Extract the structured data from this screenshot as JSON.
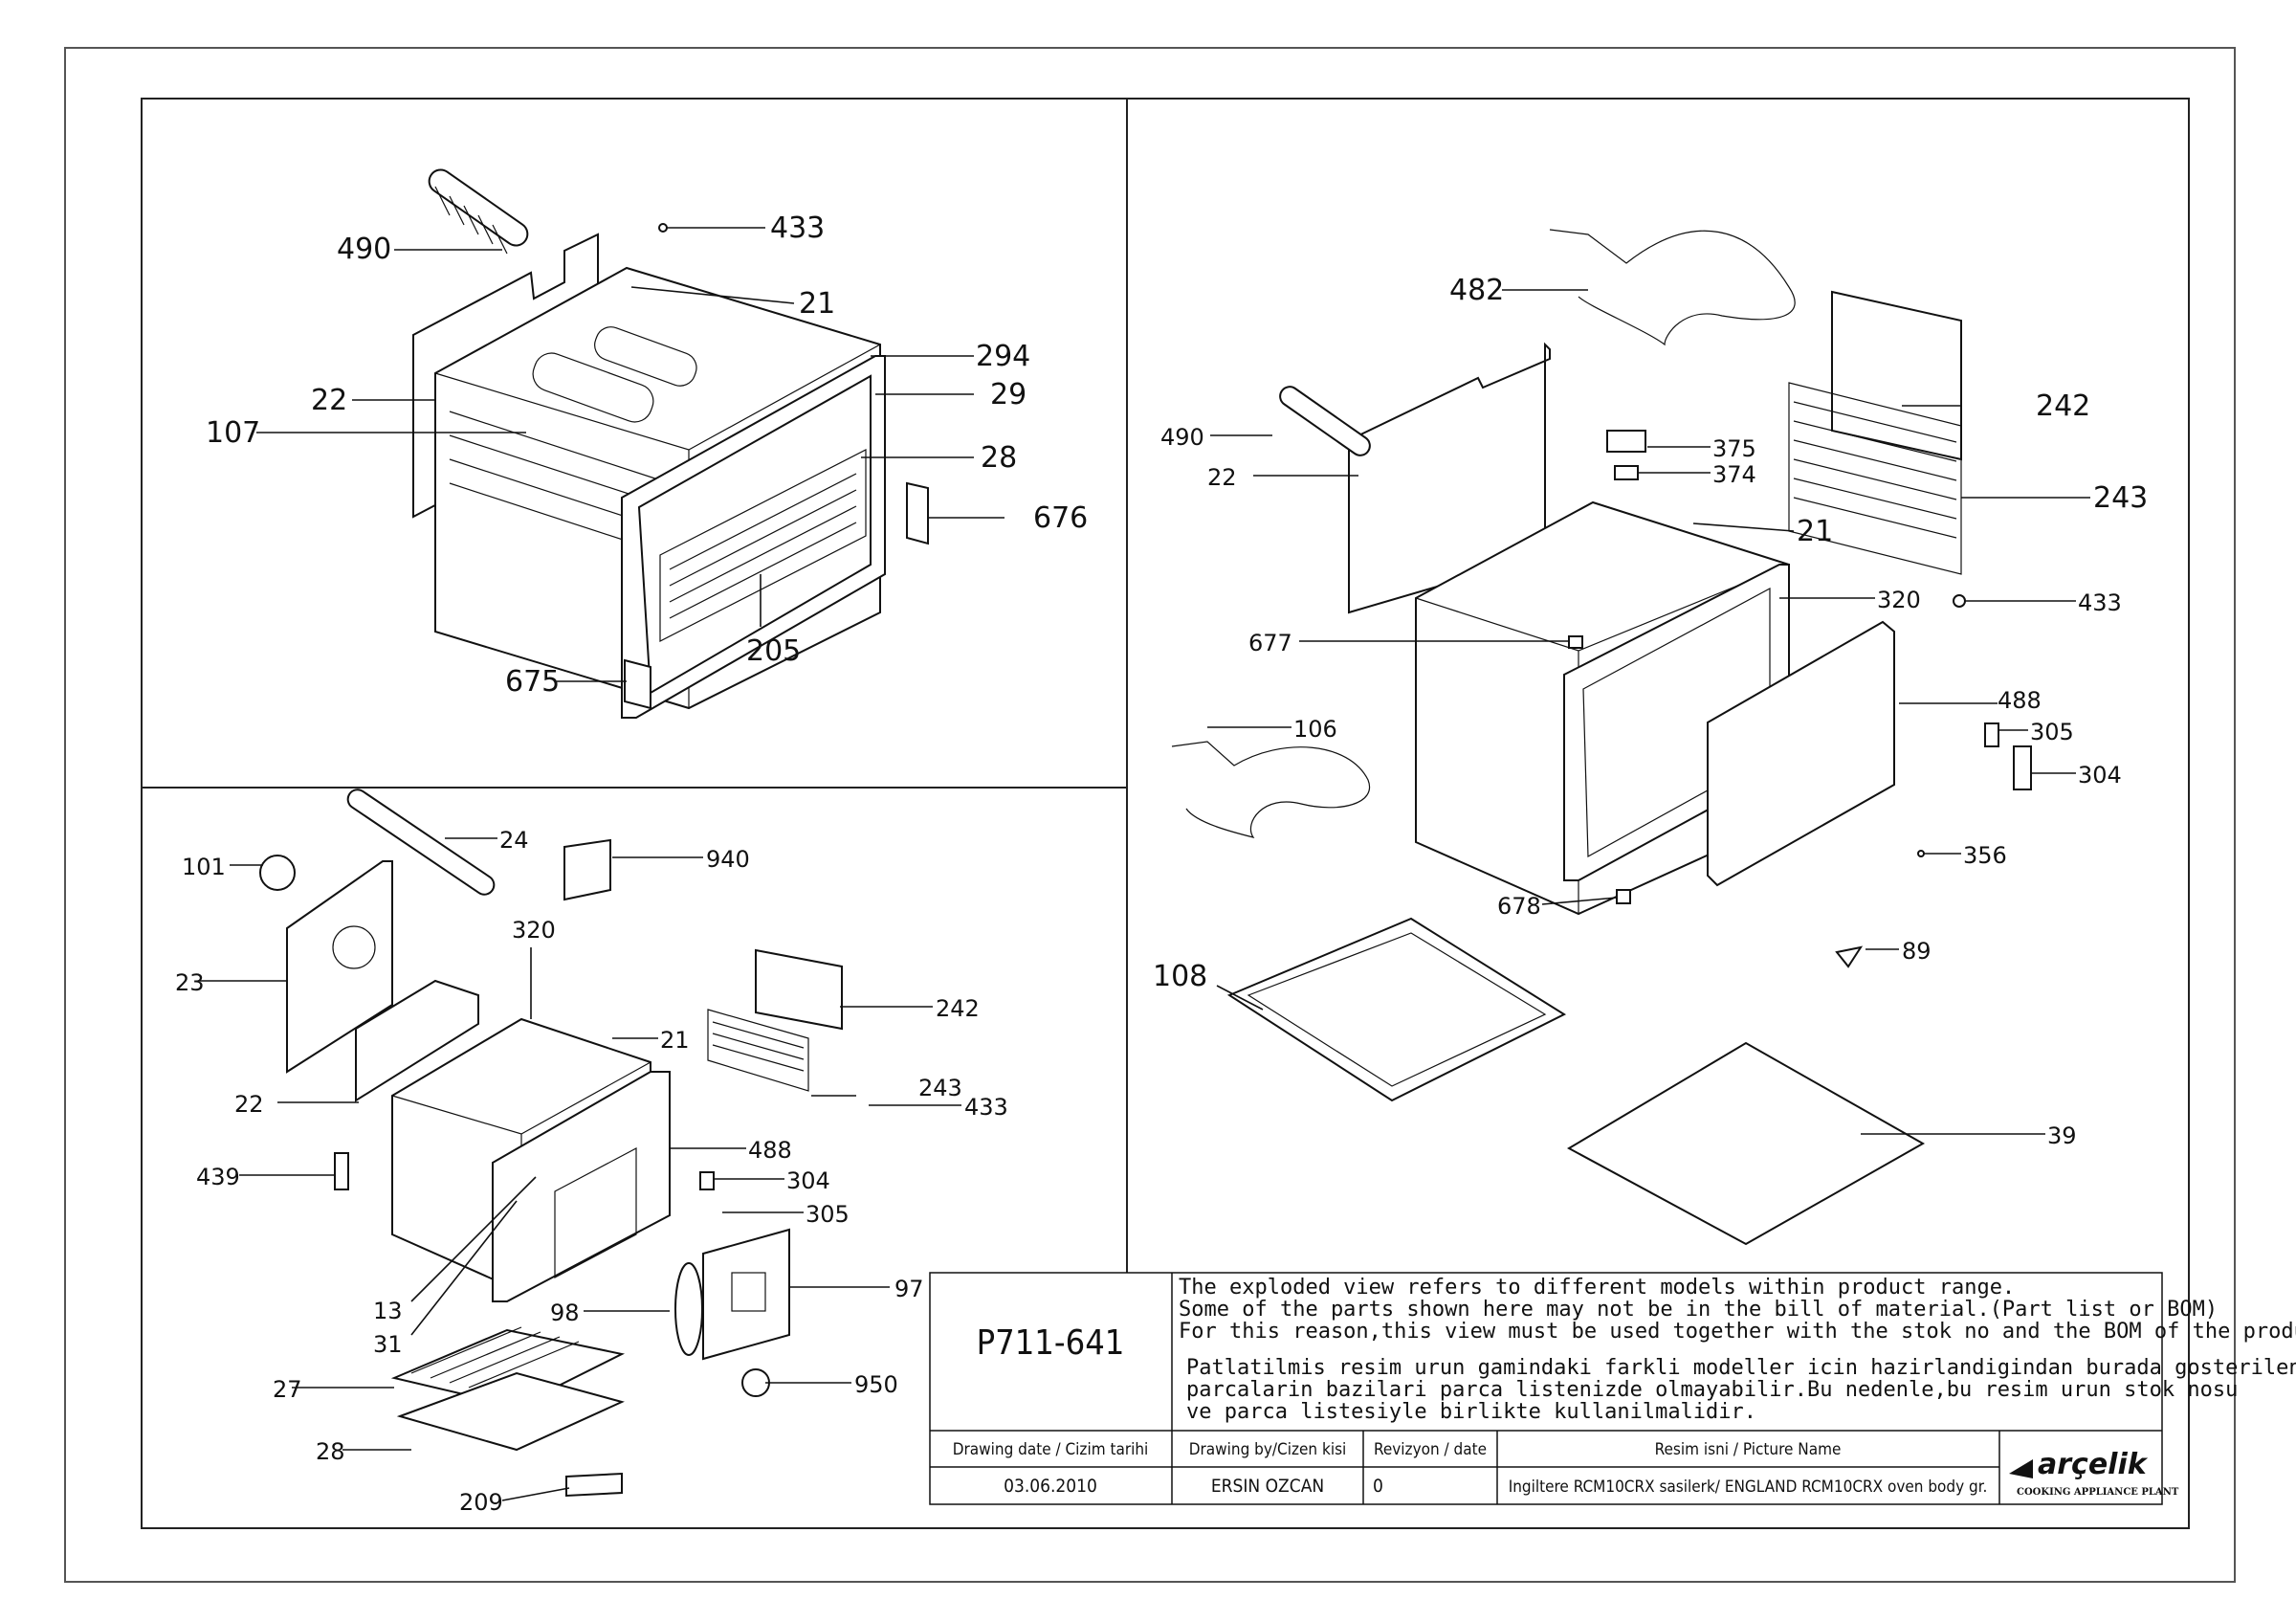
{
  "panels": {
    "top_left": {
      "labels": [
        "490",
        "433",
        "21",
        "22",
        "294",
        "29",
        "107",
        "28",
        "676",
        "205",
        "675"
      ]
    },
    "bottom_left": {
      "labels": [
        "24",
        "101",
        "940",
        "320",
        "23",
        "21",
        "242",
        "22",
        "243",
        "433",
        "488",
        "439",
        "304",
        "305",
        "13",
        "97",
        "31",
        "98",
        "27",
        "950",
        "28",
        "209"
      ]
    },
    "right": {
      "labels": [
        "482",
        "242",
        "490",
        "375",
        "374",
        "22",
        "243",
        "21",
        "320",
        "433",
        "677",
        "488",
        "106",
        "305",
        "304",
        "356",
        "678",
        "89",
        "108",
        "39"
      ]
    }
  },
  "title_block": {
    "drawing_code": "P711-641",
    "notes_en": [
      "The exploded view refers to different models within product range.",
      "Some of the parts shown here may not be in the bill of material.(Part list or BOM)",
      "For this reason,this view must be used together with the stok no and the BOM of the product"
    ],
    "notes_tr": [
      "Patlatilmis resim urun gamindaki farkli modeller icin hazirlandigindan burada gosterilen",
      "parcalarin bazilari parca listenizde olmayabilir.Bu nedenle,bu resim urun stok nosu",
      "ve parca listesiyle birlikte kullanilmalidir."
    ],
    "headers": {
      "drawing_date": "Drawing date / Cizim tarihi",
      "drawn_by": "Drawing by/Cizen kisi",
      "revision": "Revizyon / date",
      "picture_name": "Resim isni / Picture Name"
    },
    "values": {
      "drawing_date": "03.06.2010",
      "drawn_by": "ERSIN OZCAN",
      "revision": "0",
      "picture_name": "Ingiltere RCM10CRX sasilerk/ ENGLAND RCM10CRX oven body gr."
    },
    "logo": {
      "brand": "arçelik",
      "subtitle": "COOKING APPLIANCE PLANT"
    }
  }
}
